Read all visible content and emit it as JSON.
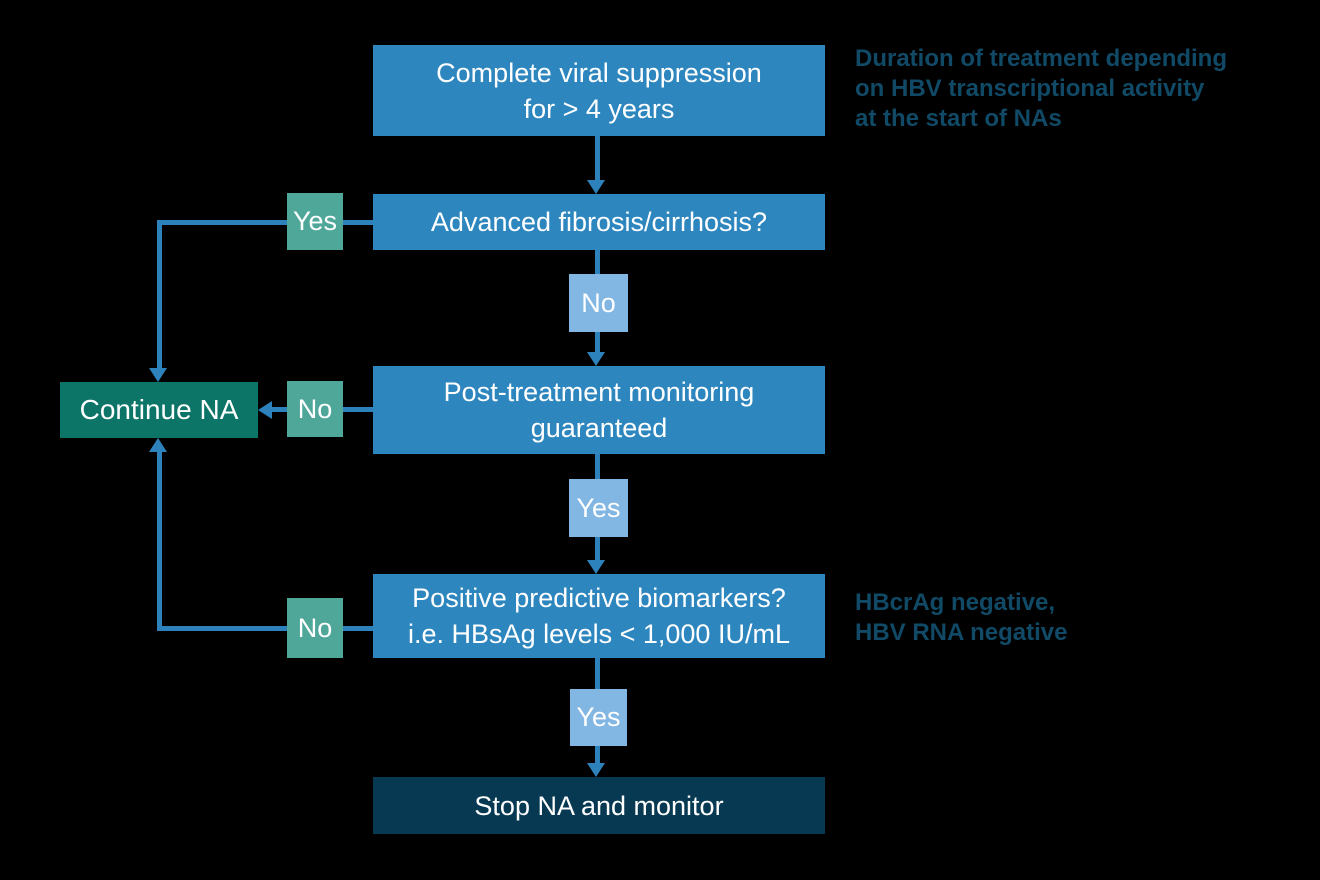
{
  "flow": {
    "box1": {
      "line1": "Complete viral suppression",
      "line2": "for > 4 years"
    },
    "box2": {
      "line1": "Advanced fibrosis/cirrhosis?"
    },
    "box3": {
      "line1": "Post-treatment monitoring",
      "line2": "guaranteed"
    },
    "box4": {
      "line1": "Positive predictive biomarkers?",
      "line2": "i.e. HBsAg levels < 1,000 IU/mL"
    },
    "stop_box": {
      "line1": "Stop NA and monitor"
    },
    "continue_box": {
      "line1": "Continue NA"
    },
    "labels": {
      "yes_top": "Yes",
      "no_mid": "No",
      "no_bottom": "No",
      "no_light": "No",
      "yes_light1": "Yes",
      "yes_light2": "Yes"
    }
  },
  "notes": {
    "duration": {
      "line1": "Duration of treatment depending",
      "line2": "on HBV transcriptional activity",
      "line3": "at the start of NAs"
    },
    "biomarkers": {
      "line1": "HBcrAg negative,",
      "line2": "HBV RNA negative"
    }
  },
  "colors": {
    "background": "#000000",
    "box_blue": "#2E86BF",
    "light_blue": "#82B6E3",
    "teal": "#4FA79A",
    "dark_teal": "#0C7568",
    "navy": "#073A52",
    "connector_line": "#2E82BC",
    "note_text": "#104A66",
    "box_text": "#FFFFFF"
  }
}
